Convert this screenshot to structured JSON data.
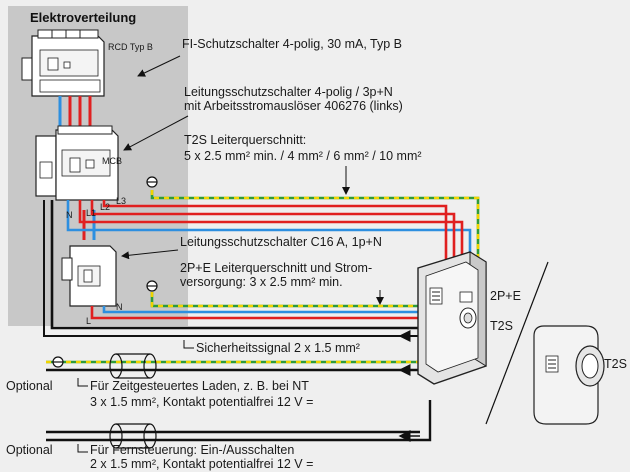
{
  "title": "Elektroverteilung",
  "devices": {
    "rcd_tag": "RCD Typ B",
    "mcb_tag": "MCB",
    "port_2pe": "2P+E",
    "t2s_main": "T2S",
    "t2s_inset": "T2S"
  },
  "wire_labels": {
    "n1": "N",
    "l1": "L1",
    "l2": "L2",
    "l3": "L3",
    "n2": "N",
    "l": "L"
  },
  "annotations": {
    "rcd": "FI-Schutzschalter 4-polig, 30 mA, Typ B",
    "mcb_line1": "Leitungsschutzschalter 4-polig / 3p+N",
    "mcb_line2": "mit Arbeitsstromauslöser 406276 (links)",
    "t2s_cross_line1": "T2S Leiterquerschnitt:",
    "t2s_cross_line2": "5 x 2.5 mm² min. / 4 mm² / 6 mm² / 10 mm²",
    "c16": "Leitungsschutzschalter C16 A, 1p+N",
    "supply_line1": "2P+E Leiterquerschnitt und Strom-",
    "supply_line2": "versorgung: 3 x 2.5 mm² min.",
    "safety": "Sicherheitssignal 2 x 1.5 mm²",
    "opt1_tag": "Optional",
    "opt1_line1": "Für Zeitgesteuertes Laden, z. B. bei NT",
    "opt1_line2": "3 x 1.5 mm², Kontakt potentialfrei 12 V =",
    "opt2_tag": "Optional",
    "opt2_line1": "Für Fernsteuerung: Ein-/Ausschalten",
    "opt2_line2": "2 x 1.5 mm², Kontakt potentialfrei 12 V ="
  },
  "colors": {
    "background": "#efefef",
    "panel": "#c8c8c8",
    "phase": "#e02020",
    "neutral": "#2d8fe0",
    "earth_green": "#2e9b3a",
    "earth_yellow": "#f0d400",
    "cable": "#111111"
  }
}
